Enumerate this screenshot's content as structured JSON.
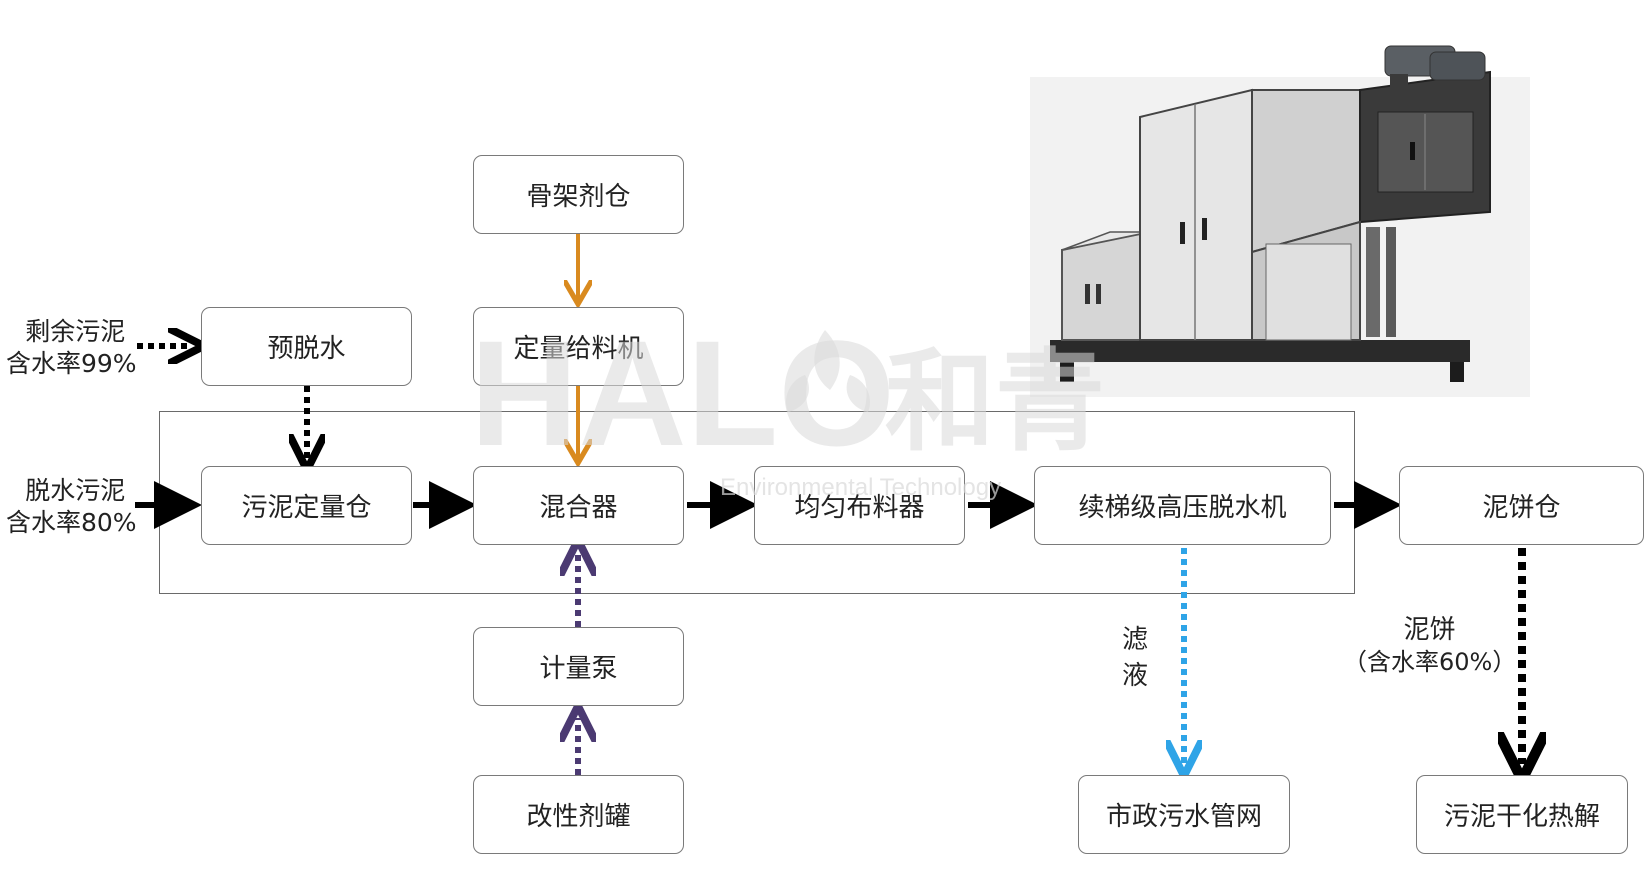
{
  "boxes": {
    "gujia": "骨架剂仓",
    "dingliang": "定量给料机",
    "yutuoshui": "预脱水",
    "wuni_cang": "污泥定量仓",
    "hunhe": "混合器",
    "junyun": "均匀布料器",
    "tuoshuiji": "续梯级高压脱水机",
    "nibing_cang": "泥饼仓",
    "jiliang": "计量泵",
    "gaixing": "改性剂罐",
    "shizheng": "市政污水管网",
    "ganhua": "污泥干化热解"
  },
  "inputs": {
    "surplus_line1": "剩余污泥",
    "surplus_line2": "含水率99%",
    "dewatered_line1": "脱水污泥",
    "dewatered_line2": "含水率80%"
  },
  "annotations": {
    "filtrate": "滤\n液",
    "cake_line1": "泥饼",
    "cake_line2": "（含水率60%）"
  },
  "watermark": {
    "brand": "HALO",
    "chinese": "和青",
    "subtitle": "Environmental Technology"
  },
  "colors": {
    "orange": "#d98a1f",
    "purple": "#4b3a72",
    "blue": "#2fa4e7",
    "black": "#000000"
  }
}
